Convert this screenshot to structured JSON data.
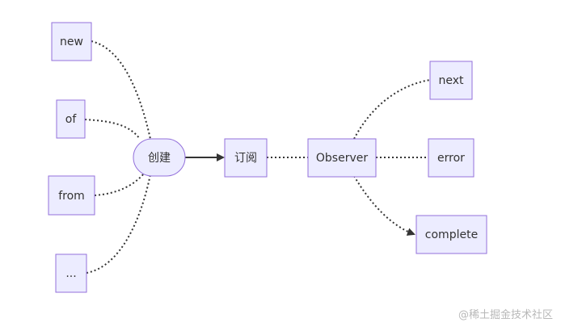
{
  "nodes": {
    "new": "new",
    "of": "of",
    "from": "from",
    "ellipsis": "...",
    "create": "创建",
    "subscribe": "订阅",
    "observer": "Observer",
    "next": "next",
    "error": "error",
    "complete": "complete"
  },
  "watermark": "@稀土掘金技术社区",
  "colors": {
    "node_fill": "#ECECFF",
    "node_border": "#9370DB",
    "edge": "#333333",
    "text": "#333333",
    "watermark": "#B8B8B8"
  }
}
